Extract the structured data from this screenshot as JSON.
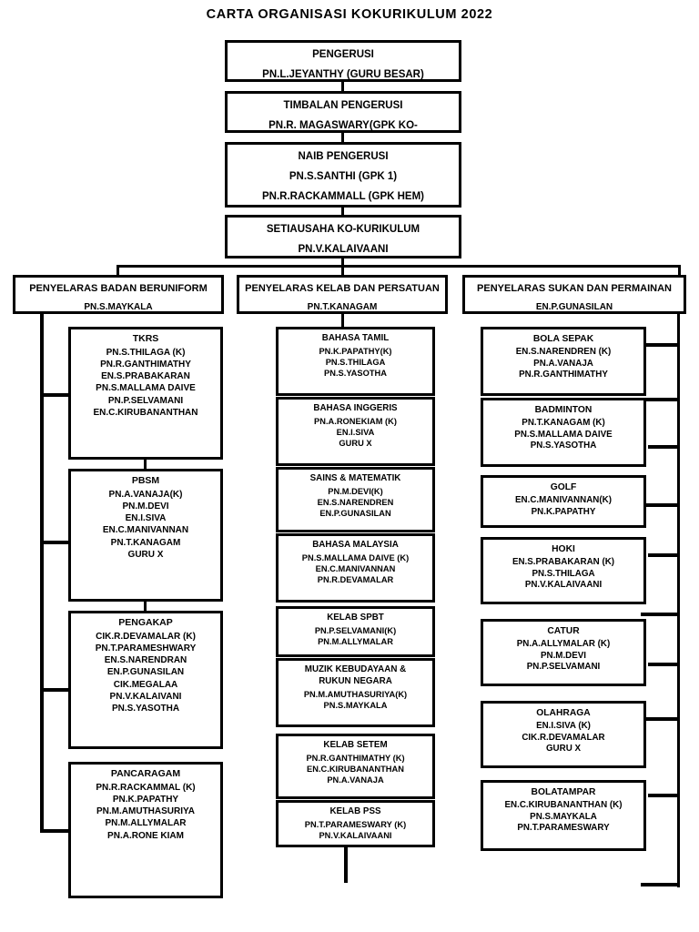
{
  "title": "CARTA ORGANISASI KOKURIKULUM  2022",
  "chain": [
    {
      "role": "PENGERUSI",
      "people": [
        "PN.L.JEYANTHY (GURU BESAR)"
      ]
    },
    {
      "role": "TIMBALAN PENGERUSI",
      "people": [
        "PN.R. MAGASWARY(GPK KO-"
      ]
    },
    {
      "role": "NAIB PENGERUSI",
      "people": [
        "PN.S.SANTHI (GPK 1)",
        "PN.R.RACKAMMALL (GPK HEM)"
      ]
    },
    {
      "role": "SETIAUSAHA KO-KURIKULUM",
      "people": [
        "PN.V.KALAIVAANI"
      ]
    }
  ],
  "columns": [
    {
      "coordinator": {
        "role": "PENYELARAS BADAN BERUNIFORM",
        "name": "PN.S.MAYKALA"
      },
      "units": [
        {
          "name": "TKRS",
          "members": [
            "PN.S.THILAGA (K)",
            "PN.R.GANTHIMATHY",
            "EN.S.PRABAKARAN",
            "PN.S.MALLAMA DAIVE",
            "PN.P.SELVAMANI",
            "EN.C.KIRUBANANTHAN"
          ]
        },
        {
          "name": "PBSM",
          "members": [
            "PN.A.VANAJA(K)",
            "PN.M.DEVI",
            "EN.I.SIVA",
            "EN.C.MANIVANNAN",
            "PN.T.KANAGAM",
            "GURU X"
          ]
        },
        {
          "name": "PENGAKAP",
          "members": [
            "CIK.R.DEVAMALAR (K)",
            "PN.T.PARAMESHWARY",
            "EN.S.NARENDRAN",
            "EN.P.GUNASILAN",
            "CIK.MEGALAA",
            "PN.V.KALAIVANI",
            "PN.S.YASOTHA"
          ]
        },
        {
          "name": "PANCARAGAM",
          "members": [
            "PN.R.RACKAMMAL (K)",
            "PN.K.PAPATHY",
            "PN.M.AMUTHASURIYA",
            "PN.M.ALLYMALAR",
            "PN.A.RONE KIAM"
          ]
        }
      ]
    },
    {
      "coordinator": {
        "role": "PENYELARAS KELAB DAN PERSATUAN",
        "name": "PN.T.KANAGAM"
      },
      "units": [
        {
          "name": "BAHASA TAMIL",
          "members": [
            "PN.K.PAPATHY(K)",
            "PN.S.THILAGA",
            "PN.S.YASOTHA"
          ]
        },
        {
          "name": "BAHASA INGGERIS",
          "members": [
            "PN.A.RONEKIAM (K)",
            "EN.I.SIVA",
            "GURU X"
          ]
        },
        {
          "name": "SAINS & MATEMATIK",
          "members": [
            "PN.M.DEVI(K)",
            "EN.S.NARENDREN",
            "EN.P.GUNASILAN"
          ]
        },
        {
          "name": "BAHASA MALAYSIA",
          "members": [
            "PN.S.MALLAMA DAIVE  (K)",
            "EN.C.MANIVANNAN",
            "PN.R.DEVAMALAR"
          ]
        },
        {
          "name": "KELAB SPBT",
          "members": [
            "PN.P.SELVAMANI(K)",
            "PN.M.ALLYMALAR"
          ]
        },
        {
          "name": "MUZIK  KEBUDAYAAN &\nRUKUN NEGARA",
          "members": [
            "PN.M.AMUTHASURIYA(K)",
            "PN.S.MAYKALA"
          ]
        },
        {
          "name": "KELAB SETEM",
          "members": [
            "PN.R.GANTHIMATHY (K)",
            "EN.C.KIRUBANANTHAN",
            "PN.A.VANAJA"
          ]
        },
        {
          "name": "KELAB PSS",
          "members": [
            "PN.T.PARAMESWARY (K)",
            "PN.V.KALAIVAANI"
          ]
        }
      ]
    },
    {
      "coordinator": {
        "role": "PENYELARAS SUKAN DAN PERMAINAN",
        "name": "EN.P.GUNASILAN"
      },
      "units": [
        {
          "name": "BOLA SEPAK",
          "members": [
            "EN.S.NARENDREN (K)",
            "PN.A.VANAJA",
            "PN.R.GANTHIMATHY"
          ]
        },
        {
          "name": "BADMINTON",
          "members": [
            "PN.T.KANAGAM  (K)",
            "PN.S.MALLAMA DAIVE",
            "PN.S.YASOTHA"
          ]
        },
        {
          "name": "GOLF",
          "members": [
            "EN.C.MANIVANNAN(K)",
            "PN.K.PAPATHY"
          ]
        },
        {
          "name": "HOKI",
          "members": [
            "EN.S.PRABAKARAN (K)",
            "PN.S.THILAGA",
            "PN.V.KALAIVAANI"
          ]
        },
        {
          "name": "CATUR",
          "members": [
            "PN.A.ALLYMALAR (K)",
            "PN.M.DEVI",
            "PN.P.SELVAMANI"
          ]
        },
        {
          "name": "OLAHRAGA",
          "members": [
            "EN.I.SIVA (K)",
            "CIK.R.DEVAMALAR",
            "GURU X"
          ]
        },
        {
          "name": "BOLATAMPAR",
          "members": [
            "EN.C.KIRUBANANTHAN (K)",
            "PN.S.MAYKALA",
            "PN.T.PARAMESWARY"
          ]
        }
      ]
    }
  ]
}
